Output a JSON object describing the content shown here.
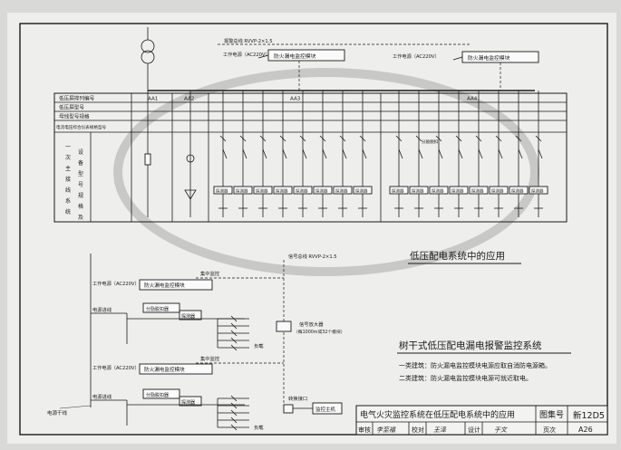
{
  "top": {
    "signal_bus": "报警总线 RVVP-2×1.5",
    "work_power_left": "工作电源（AC220V）",
    "module_left": "防火漏电监控模块",
    "work_power_right": "工作电源（AC220V）",
    "module_right": "防火漏电监控模块"
  },
  "table": {
    "row_labels": [
      "低压屏排列编号",
      "低压屏型号",
      "母线型号规格",
      "电流电压综合仪表规格型号"
    ],
    "panels": [
      "AA1",
      "AA2",
      "AA3",
      "AA4"
    ],
    "side_label": [
      "一",
      "次",
      "主",
      "接",
      "线",
      "系",
      "统"
    ],
    "side_label2": [
      "设",
      "备",
      "型",
      "号",
      "规",
      "格",
      "及"
    ],
    "detector": "探测器",
    "branch_breaker": "分励脱扣"
  },
  "heading_top": "低压配电系统中的应用",
  "lower": {
    "signal_bus": "信号总线 RVVP-2×1.5",
    "concentrator": "集中监控",
    "work_power_1": "工作电源（AC220V）",
    "module_1": "防火漏电监控模块",
    "power_in_1": "电源进线",
    "release_1": "分励脱扣器",
    "detector": "探测器",
    "amplifier_1": "信号放大器",
    "amplifier_2": "（每1000m或32个模块）",
    "load_1": "负载",
    "concentrator_2": "集中监控",
    "work_power_2": "工作电源（AC220V）",
    "module_2": "防火漏电监控模块",
    "power_in_2": "电源进线",
    "release_2": "分励脱扣器",
    "converter": "转换接口",
    "host": "监控主机",
    "load_2": "负载",
    "trunk": "电源干线"
  },
  "heading_bottom": "树干式低压配电漏电报警监控系统",
  "notes": [
    "一类建筑：防火漏电监控模块电源应取自消防电源箱。",
    "二类建筑：防火漏电监控模块电源可就近取电。"
  ],
  "title_block": {
    "title": "电气火灾监控系统在低压配电系统中的应用",
    "atlas_label": "图集号",
    "atlas_no": "新12D5",
    "review": "审核",
    "review_sig": "李至福",
    "check": "校对",
    "check_sig": "王泽",
    "design": "设计",
    "design_sig": "于文",
    "page_label": "页次",
    "page_no": "A26"
  }
}
